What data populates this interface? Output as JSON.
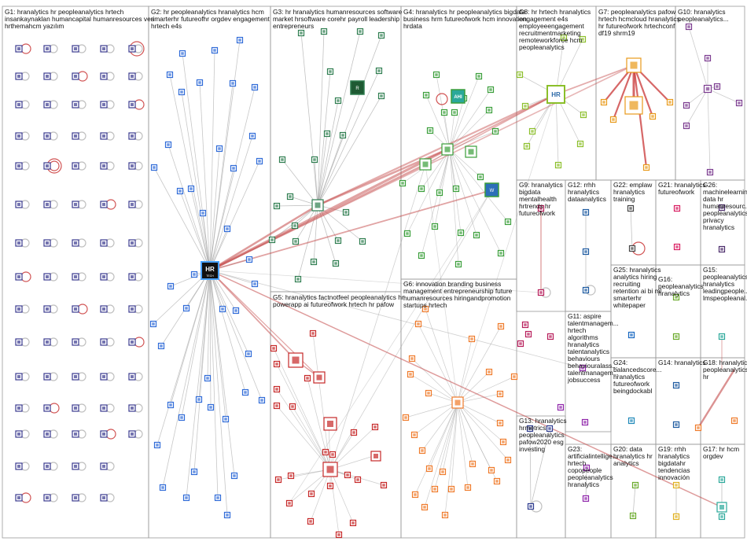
{
  "groups": [
    {
      "id": "G1",
      "label": [
        "G1: hranalytics hr peopleanalytics hrtech",
        "insankaynaklan humancapital humanresources veri",
        "hrthemahcm yazılım"
      ]
    },
    {
      "id": "G2",
      "label": [
        "G2: hr peopleanalytics hranalytics hcm",
        "smarterhr futureofhr orgdev engagement",
        "hrtech e4s"
      ]
    },
    {
      "id": "G3",
      "label": [
        "G3: hr hranalytics humanresources software",
        "market hrsoftware corehr payroll leadership",
        "entrepreneurs"
      ]
    },
    {
      "id": "G4",
      "label": [
        "G4: hranalytics hr peopleanalytics bigdata",
        "business hrm futureofwork hcm innovation",
        "hrdata"
      ]
    },
    {
      "id": "G5",
      "label": [
        "G5: hranalytics factnotfeel peopleanalytics hr",
        "powerapp ai futureofwork hrtech hr pafow"
      ]
    },
    {
      "id": "G6",
      "label": [
        "G6: innovation branding business",
        "management entrepreneurship future",
        "humanresources hiringandpromotion",
        "startups hrtech"
      ]
    },
    {
      "id": "G7",
      "label": [
        "G7: peopleanalytics pafow",
        "hrtech hcmcloud hranalytics",
        "hr futureofwork hrtechconf",
        "df19 shrm19"
      ]
    },
    {
      "id": "G8",
      "label": [
        "G8: hr hrtech hranalytics",
        "engagement e4s",
        "employeeengagement",
        "recruitmentmarketing",
        "remoteworkforce hcm",
        "peopleanalytics"
      ]
    },
    {
      "id": "G9",
      "label": [
        "G9: hranalytics",
        "bigdata",
        "mentalhealth",
        "hrtrends hr",
        "futureofwork"
      ]
    },
    {
      "id": "G10",
      "label": [
        "G10: hranalytics",
        "peopleanalytics..."
      ]
    },
    {
      "id": "G11",
      "label": [
        "G11: aspire",
        "talentmanagem...",
        "hrtech",
        "algorithms",
        "hranalytics",
        "talentanalytics",
        "behaviours",
        "behaviouralass...",
        "talentmanagem...",
        "jobsuccess"
      ]
    },
    {
      "id": "G12",
      "label": [
        "G12: rrhh",
        "hranalytics",
        "dataanalytics"
      ]
    },
    {
      "id": "G13",
      "label": [
        "G13: hranalytics",
        "hrmetrics",
        "peopleanalytics",
        "pafow2020 esg",
        "investing"
      ]
    },
    {
      "id": "G14",
      "label": [
        "G14: hranalytics"
      ]
    },
    {
      "id": "G15",
      "label": [
        "G15:",
        "peopleanalytics",
        "hranalytics",
        "leadingpeople...",
        "lmspeopleanal..."
      ]
    },
    {
      "id": "G16",
      "label": [
        "G16:",
        "peopleanalytics",
        "hranalytics"
      ]
    },
    {
      "id": "G17",
      "label": [
        "G17: hr hcm",
        "orgdev"
      ]
    },
    {
      "id": "G18",
      "label": [
        "G18: hranalytics",
        "peopleanalytics",
        "hr"
      ]
    },
    {
      "id": "G19",
      "label": [
        "G19: rrhh",
        "hranalytics",
        "bigdatahr",
        "tendencias",
        "innovación"
      ]
    },
    {
      "id": "G20",
      "label": [
        "G20: data",
        "hranalytics hr",
        "analytics"
      ]
    },
    {
      "id": "G21",
      "label": [
        "G21: hranalytics",
        "futureofwork"
      ]
    },
    {
      "id": "G22",
      "label": [
        "G22: emplaw",
        "hranalytics",
        "training"
      ]
    },
    {
      "id": "G23",
      "label": [
        "G23:",
        "artificialintellige...",
        "hrtech",
        "copopeople",
        "peopleanalytics",
        "hranalytics"
      ]
    },
    {
      "id": "G24",
      "label": [
        "G24:",
        "balancedscore...",
        "hranalytics",
        "futureofwork",
        "beingdockabl"
      ]
    },
    {
      "id": "G25",
      "label": [
        "G25: hranalytics",
        "analytics hiring",
        "recruiting",
        "retention ai bi ml",
        "smarterhr",
        "whitepaper"
      ]
    },
    {
      "id": "G26",
      "label": [
        "G26:",
        "machinelearning",
        "data hr",
        "humanresourc...",
        "peopleanalytics",
        "privacy",
        "hranalytics"
      ]
    }
  ],
  "hub_nodes": {
    "hr_tech": "HR",
    "hr_tech_sub": "TECH",
    "g4_ahi": "AHI",
    "g8_hr": "HR",
    "g3_badge": "R",
    "g4_blue": "W"
  },
  "colors": {
    "g1": "#3b3b8f",
    "g2": "#2f6bd8",
    "g3": "#2e7d4f",
    "g4": "#3a9e3a",
    "g5": "#c62828",
    "g6": "#ef7a2a",
    "g7": "#e89a1a",
    "g8": "#8bbf2a",
    "g9": "#b71c5a",
    "g10": "#7b3b8f",
    "g12": "#1c5aa0",
    "g13": "#2d3b8f",
    "g17": "#2aa89a",
    "g19": "#e0b020",
    "g20": "#6aaa2a",
    "g21": "#d81b60",
    "g22": "#444444",
    "g23": "#8e24aa",
    "g24": "#1e88b8",
    "g25": "#1565c0",
    "g26": "#4a2a6a",
    "edge": "#9a9a9a",
    "edge_strong": "#c44a4a"
  }
}
